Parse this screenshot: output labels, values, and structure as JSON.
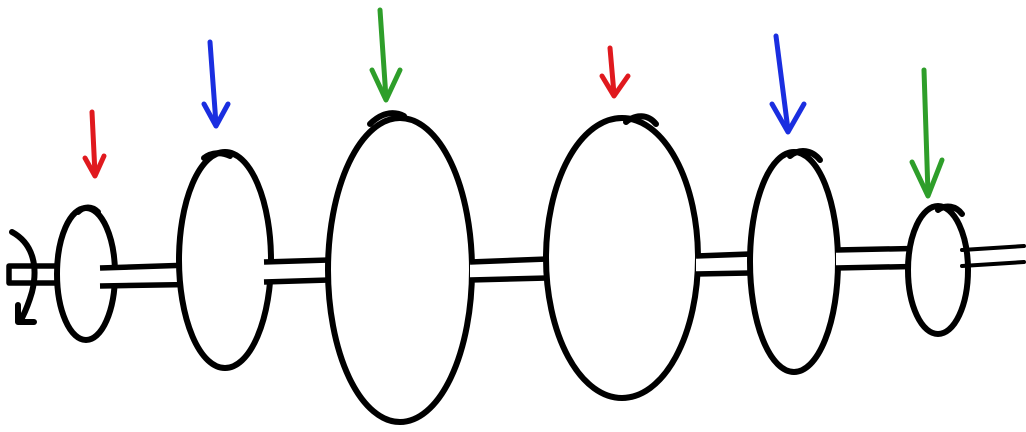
{
  "diagram": {
    "rotation_indicator": {
      "icon": "rotation-arrow-icon",
      "color": "#000000"
    },
    "arrow_colors": {
      "red": "#e0191e",
      "blue": "#1a2ee0",
      "green": "#2e9e2a"
    },
    "discs": [
      {
        "name": "disc-1",
        "relative_size": "small",
        "force_arrow_color": "red"
      },
      {
        "name": "disc-2",
        "relative_size": "medium",
        "force_arrow_color": "blue"
      },
      {
        "name": "disc-3",
        "relative_size": "large",
        "force_arrow_color": "green"
      },
      {
        "name": "disc-4",
        "relative_size": "large",
        "force_arrow_color": "red"
      },
      {
        "name": "disc-5",
        "relative_size": "medium",
        "force_arrow_color": "blue"
      },
      {
        "name": "disc-6",
        "relative_size": "small",
        "force_arrow_color": "green"
      }
    ]
  }
}
